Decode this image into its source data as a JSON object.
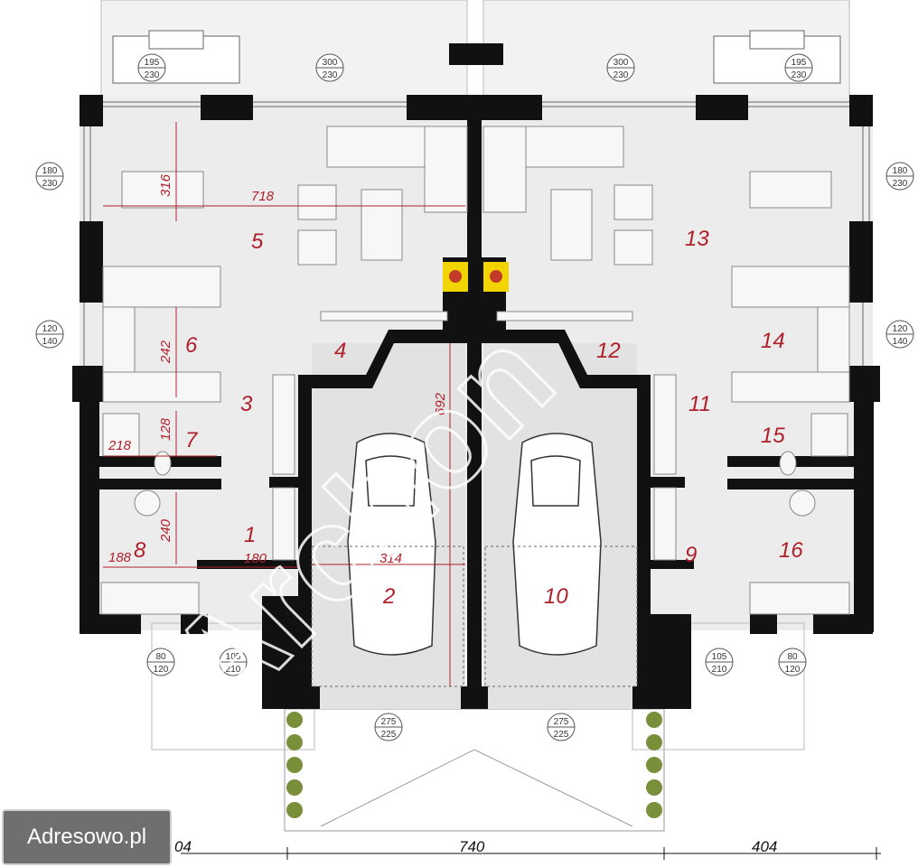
{
  "plan": {
    "rooms": [
      {
        "id": "1",
        "label": "1"
      },
      {
        "id": "2",
        "label": "2"
      },
      {
        "id": "3",
        "label": "3"
      },
      {
        "id": "4",
        "label": "4"
      },
      {
        "id": "5",
        "label": "5"
      },
      {
        "id": "6",
        "label": "6"
      },
      {
        "id": "7",
        "label": "7"
      },
      {
        "id": "8",
        "label": "8"
      },
      {
        "id": "9",
        "label": "9"
      },
      {
        "id": "10",
        "label": "10"
      },
      {
        "id": "11",
        "label": "11"
      },
      {
        "id": "12",
        "label": "12"
      },
      {
        "id": "13",
        "label": "13"
      },
      {
        "id": "14",
        "label": "14"
      },
      {
        "id": "15",
        "label": "15"
      },
      {
        "id": "16",
        "label": "16"
      }
    ],
    "dimensions": {
      "d316": "316",
      "d718": "718",
      "d242": "242",
      "d218": "218",
      "d128": "128",
      "d240": "240",
      "d188": "188",
      "d180": "180",
      "d314": "314",
      "d692": "692"
    },
    "openings": {
      "w195_230": {
        "top": "195",
        "bottom": "230"
      },
      "w300_230": {
        "top": "300",
        "bottom": "230"
      },
      "w180_230": {
        "top": "180",
        "bottom": "230"
      },
      "w120_140": {
        "top": "120",
        "bottom": "140"
      },
      "w80_120": {
        "top": "80",
        "bottom": "120"
      },
      "d105_210": {
        "top": "105",
        "bottom": "210"
      },
      "g275_225": {
        "top": "275",
        "bottom": "225"
      }
    },
    "bottom_dims": {
      "left": "04",
      "middle": "740",
      "right": "404"
    }
  },
  "watermark": "Archon",
  "badge": "Adresowo.pl",
  "colors": {
    "wall": "#111111",
    "floor": "#ececec",
    "dimension": "#b0202a",
    "hedge": "#7a8f3a",
    "stove": "#f2d400"
  }
}
